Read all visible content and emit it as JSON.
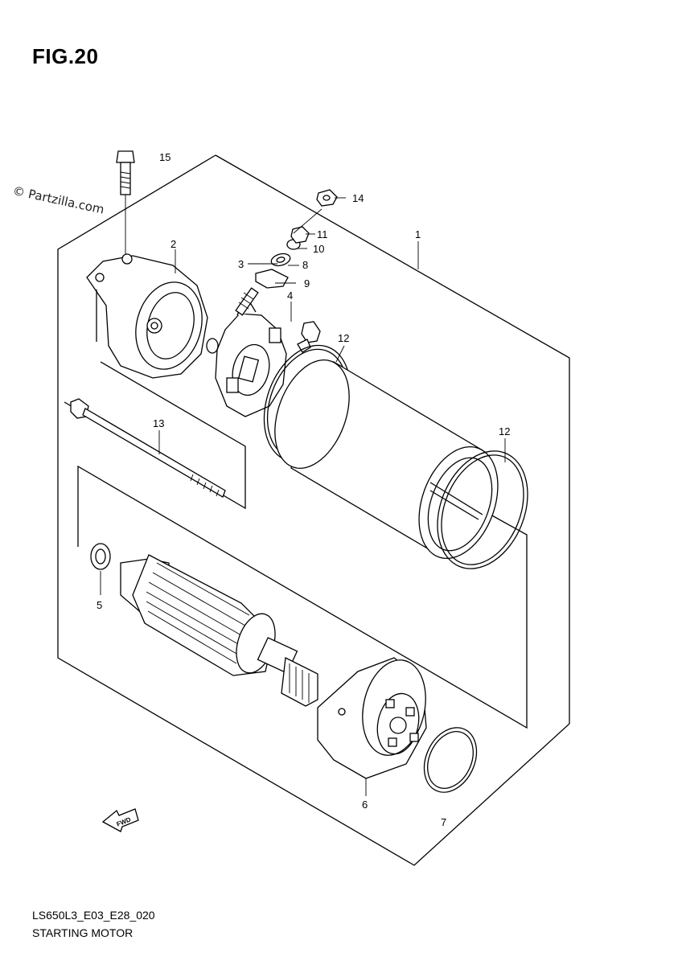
{
  "figure": {
    "title": "FIG.20",
    "watermark": "© Partzilla.com",
    "drawing_code": "LS650L3_E03_E28_020",
    "drawing_name": "STARTING MOTOR",
    "fwd_label": "FWD"
  },
  "callouts": [
    {
      "id": "c15",
      "label": "15"
    },
    {
      "id": "c14",
      "label": "14"
    },
    {
      "id": "c11",
      "label": "11"
    },
    {
      "id": "c10",
      "label": "10"
    },
    {
      "id": "c8",
      "label": "8"
    },
    {
      "id": "c3",
      "label": "3"
    },
    {
      "id": "c9",
      "label": "9"
    },
    {
      "id": "c2",
      "label": "2"
    },
    {
      "id": "c1",
      "label": "1"
    },
    {
      "id": "c4",
      "label": "4"
    },
    {
      "id": "c12a",
      "label": "12"
    },
    {
      "id": "c13",
      "label": "13"
    },
    {
      "id": "c12b",
      "label": "12"
    },
    {
      "id": "c5",
      "label": "5"
    },
    {
      "id": "c6",
      "label": "6"
    },
    {
      "id": "c7",
      "label": "7"
    }
  ]
}
